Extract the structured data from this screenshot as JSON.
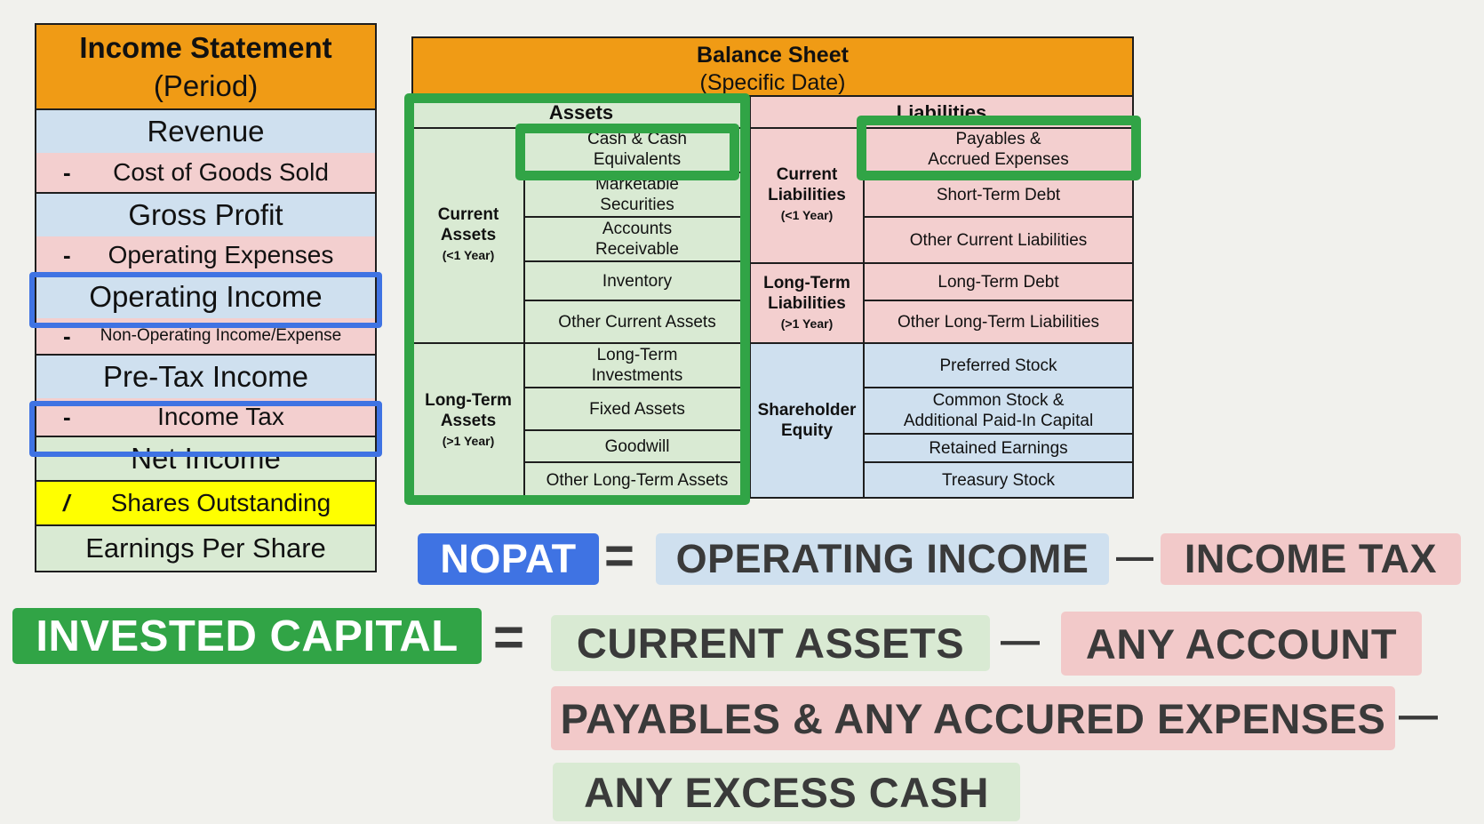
{
  "income_statement": {
    "title": "Income Statement",
    "subtitle": "(Period)",
    "rows": [
      {
        "op": "",
        "label": "Revenue"
      },
      {
        "op": "-",
        "label": "Cost of Goods Sold"
      },
      {
        "op": "",
        "label": "Gross Profit"
      },
      {
        "op": "-",
        "label": "Operating Expenses"
      },
      {
        "op": "",
        "label": "Operating Income"
      },
      {
        "op": "-",
        "label": "Non-Operating Income/Expense"
      },
      {
        "op": "",
        "label": "Pre-Tax Income"
      },
      {
        "op": "-",
        "label": "Income Tax"
      },
      {
        "op": "",
        "label": "Net Income"
      },
      {
        "op": "/",
        "label": "Shares Outstanding"
      },
      {
        "op": "",
        "label": "Earnings Per Share"
      }
    ]
  },
  "balance_sheet": {
    "title": "Balance Sheet",
    "subtitle": "(Specific Date)",
    "assets_header": "Assets",
    "liabilities_header": "Liabilities",
    "current_assets": {
      "label": "Current Assets",
      "sub": "(<1 Year)",
      "items": [
        "Cash & Cash Equivalents",
        "Marketable Securities",
        "Accounts Receivable",
        "Inventory",
        "Other Current Assets"
      ]
    },
    "long_term_assets": {
      "label": "Long-Term Assets",
      "sub": "(>1 Year)",
      "items": [
        "Long-Term Investments",
        "Fixed Assets",
        "Goodwill",
        "Other Long-Term Assets"
      ]
    },
    "current_liabilities": {
      "label": "Current Liabilities",
      "sub": "(<1 Year)",
      "items": [
        "Payables & Accrued Expenses",
        "Short-Term Debt",
        "Other Current Liabilities"
      ]
    },
    "long_term_liabilities": {
      "label": "Long-Term Liabilities",
      "sub": "(>1 Year)",
      "items": [
        "Long-Term Debt",
        "Other Long-Term Liabilities"
      ]
    },
    "shareholder_equity": {
      "label": "Shareholder Equity",
      "items": [
        "Preferred Stock",
        "Common Stock & Additional Paid-In Capital",
        "Retained Earnings",
        "Treasury Stock"
      ]
    }
  },
  "formulas": {
    "nopat": {
      "result": "NOPAT",
      "equals": "=",
      "term1": "OPERATING INCOME",
      "minus": "—",
      "term2": "INCOME TAX"
    },
    "invested_capital": {
      "result": "INVESTED CAPITAL",
      "equals": "=",
      "term1": "CURRENT ASSETS",
      "minus1": "—",
      "term2": "ANY ACCOUNT",
      "term3": "PAYABLES & ANY ACCURED EXPENSES",
      "minus2": "—",
      "term4": "ANY EXCESS CASH"
    }
  },
  "colors": {
    "orange": "#f09b15",
    "blue_highlight": "#3f73e3",
    "green_highlight": "#31a446",
    "light_blue": "#cfe0ef",
    "light_pink": "#f3cfcf",
    "light_green": "#d9ead3",
    "yellow": "#ffff00"
  }
}
